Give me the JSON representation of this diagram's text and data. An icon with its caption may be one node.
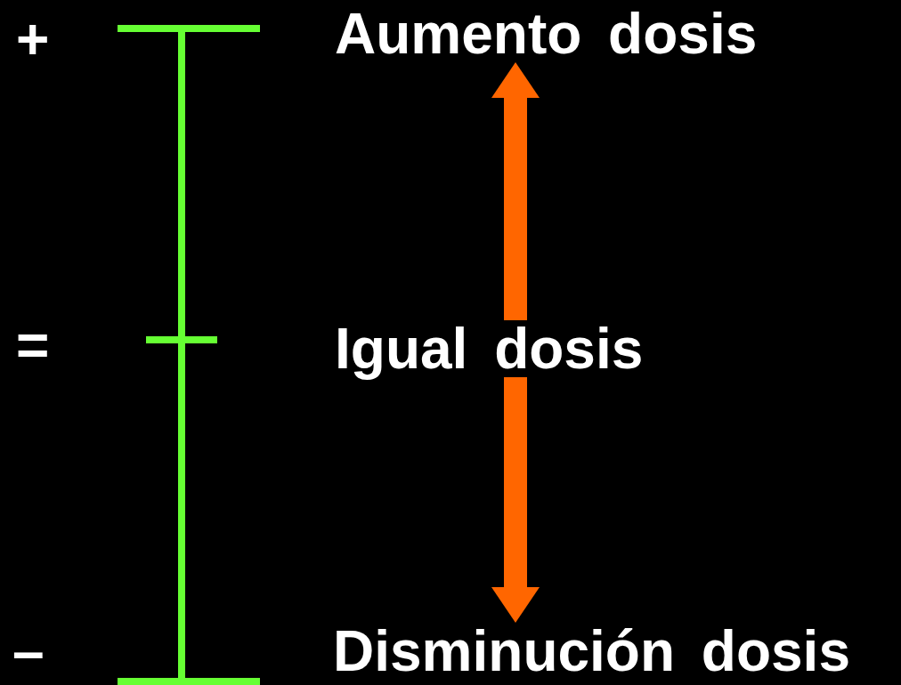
{
  "diagram": {
    "nodes": [
      {
        "text": [
          "Aumento dosis"
        ]
      },
      {
        "text": [
          "Igual dosis"
        ]
      },
      {
        "text": [
          "Disminución dosis"
        ]
      }
    ],
    "edges": [
      {
        "from": 1,
        "to": 0,
        "arrow": "to"
      },
      {
        "from": 1,
        "to": 2,
        "arrow": "to"
      }
    ],
    "labels": [
      "+",
      "=",
      "–"
    ]
  }
}
